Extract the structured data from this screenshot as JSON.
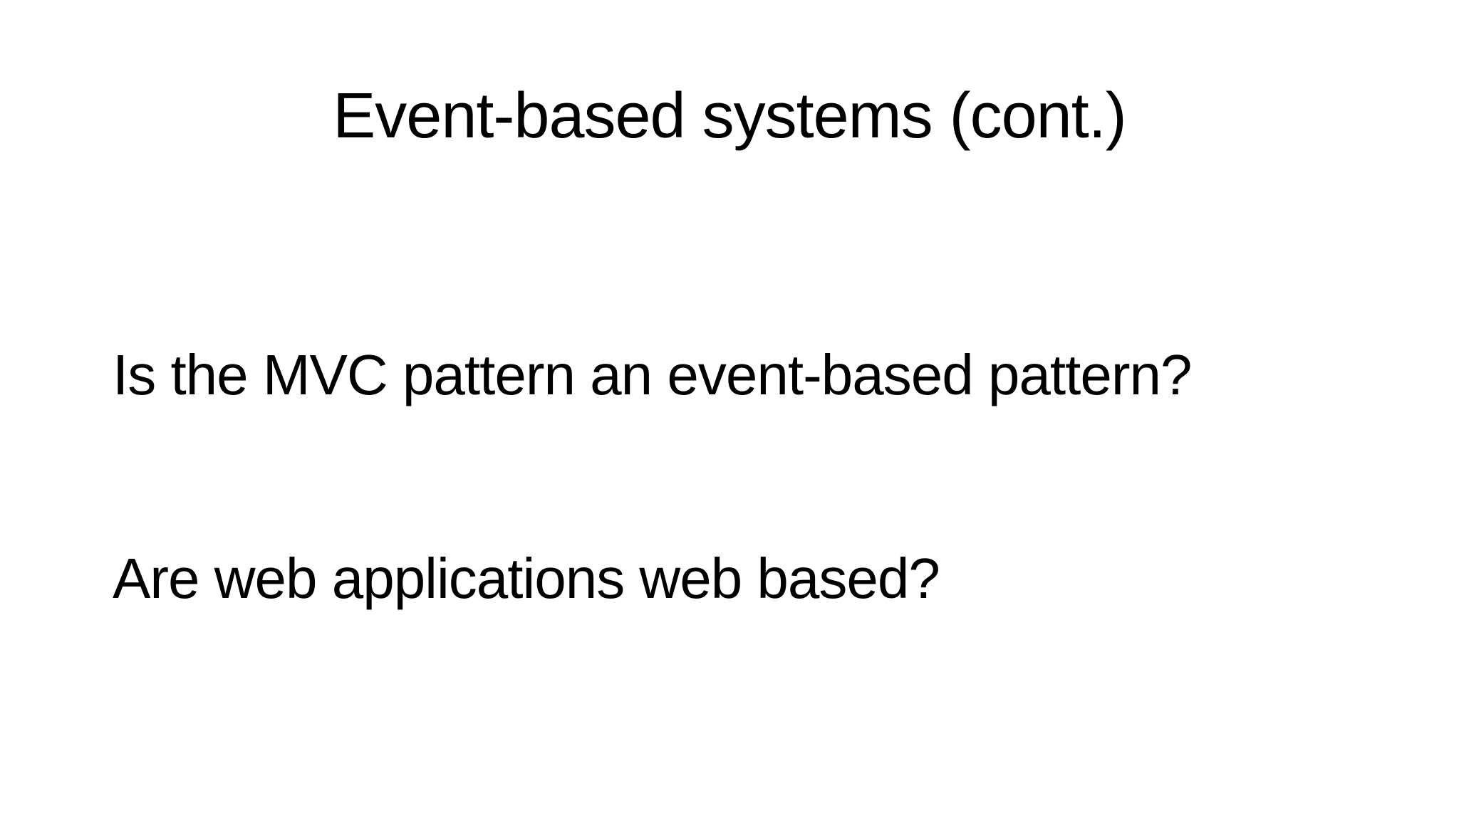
{
  "slide": {
    "title": "Event-based systems (cont.)",
    "questions": [
      "Is the MVC pattern an event-based pattern?",
      "Are web applications web based?"
    ],
    "colors": {
      "background": "#ffffff",
      "text": "#000000"
    }
  }
}
